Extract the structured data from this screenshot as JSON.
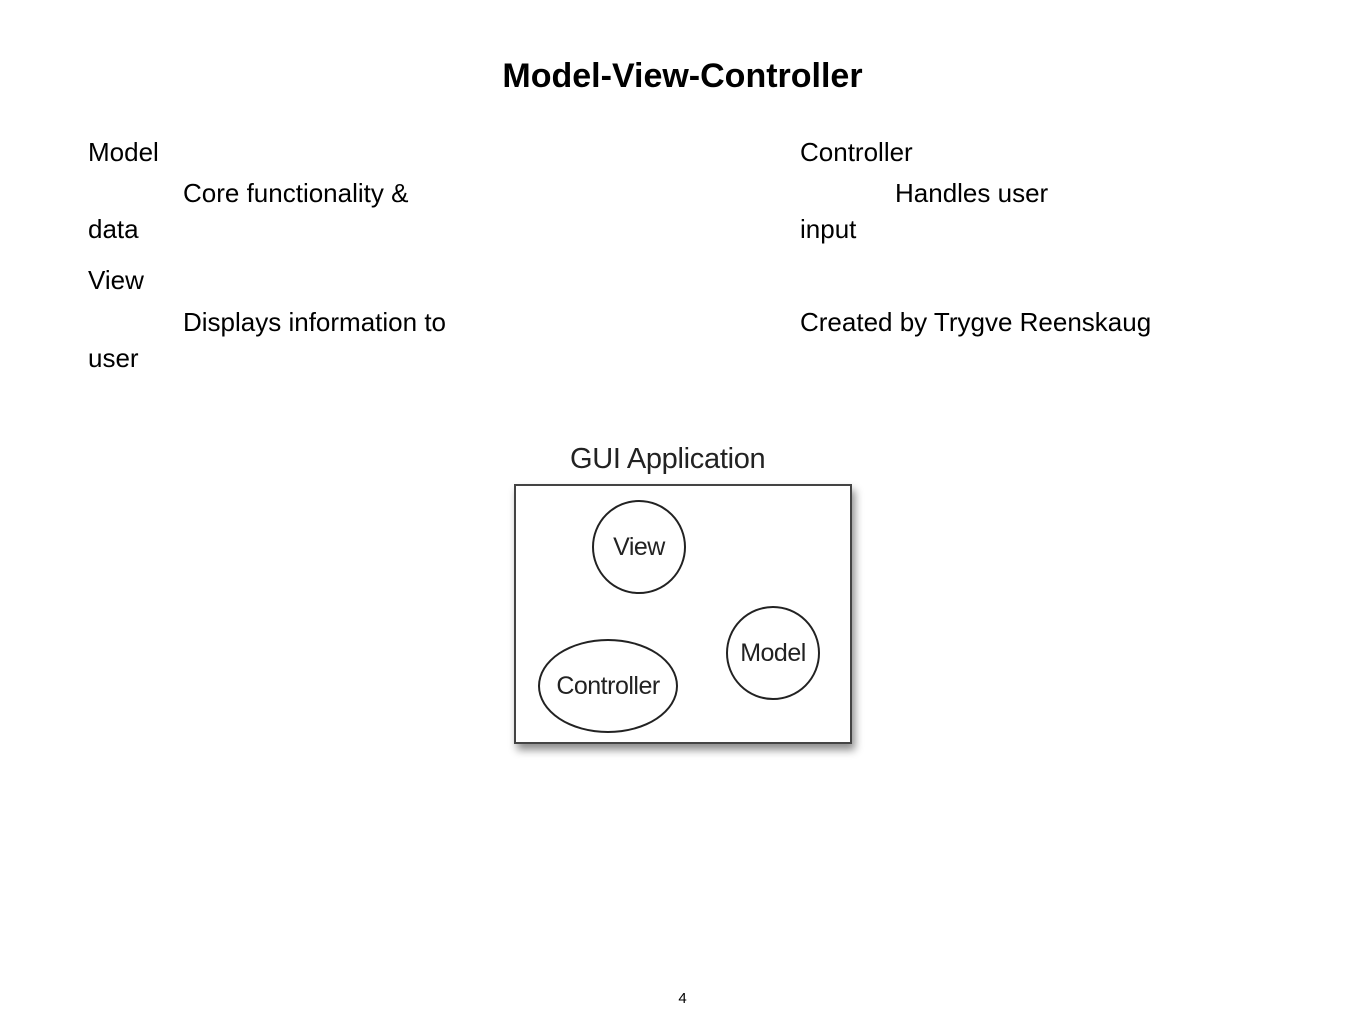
{
  "title": "Model-View-Controller",
  "left_column": {
    "model": {
      "heading": "Model",
      "desc_line1": "Core functionality &",
      "desc_line2": "data"
    },
    "view": {
      "heading": "View",
      "desc_line1": "Displays information to",
      "desc_line2": "user"
    }
  },
  "right_column": {
    "controller": {
      "heading": "Controller",
      "desc_line1": "Handles user",
      "desc_line2": "input"
    },
    "credit": "Created by Trygve Reenskaug"
  },
  "diagram": {
    "caption": "GUI Application",
    "nodes": {
      "view": "View",
      "model": "Model",
      "controller": "Controller"
    }
  },
  "page_number": "4"
}
